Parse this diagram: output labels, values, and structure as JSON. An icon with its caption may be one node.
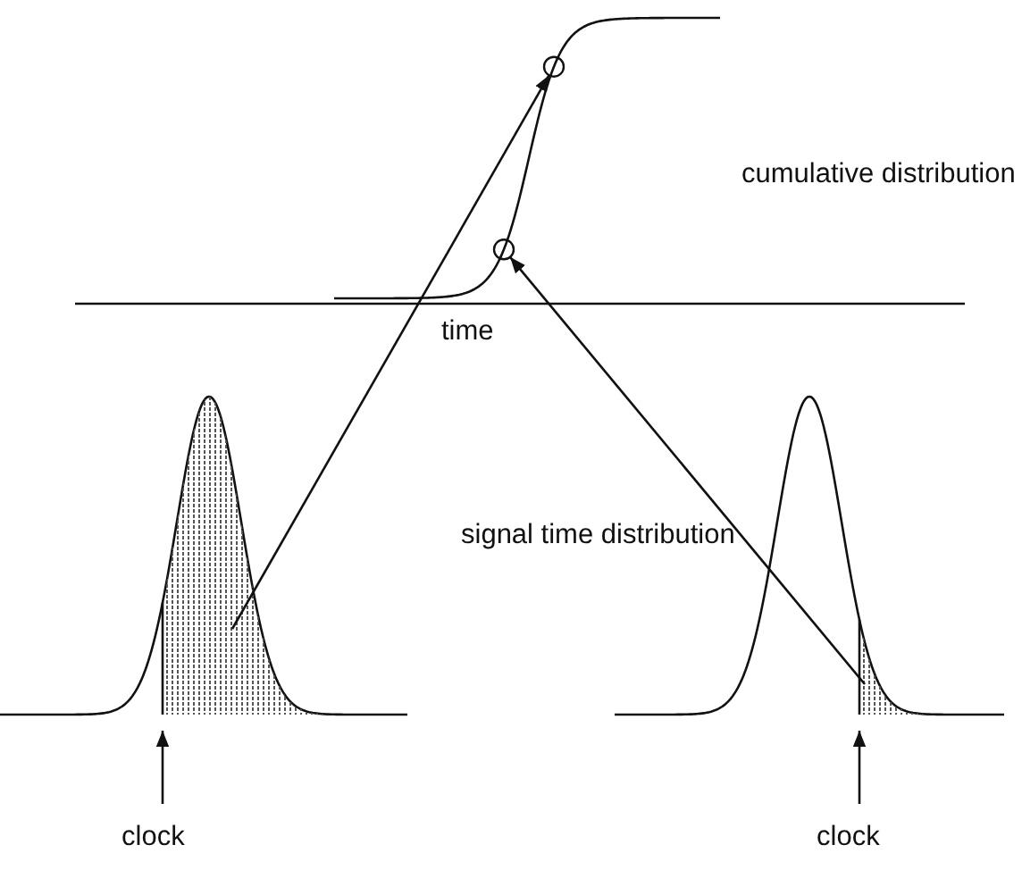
{
  "diagram": {
    "nodes": [
      {
        "text": [],
        "shape": "circle"
      },
      {
        "text": [],
        "shape": "circle"
      },
      {
        "text": [],
        "shape": "picture"
      },
      {
        "text": [],
        "shape": "picture"
      }
    ],
    "edges": [
      {
        "from": 2,
        "to": 0,
        "arrow": "to"
      },
      {
        "from": 3,
        "to": 1,
        "arrow": "to"
      }
    ],
    "labels": [
      "cumulative distribution",
      "time",
      "signal time distribution",
      "clock",
      "clock"
    ]
  }
}
